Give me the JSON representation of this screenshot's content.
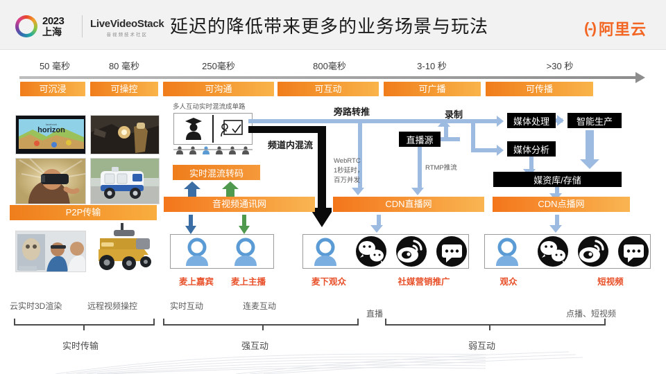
{
  "header": {
    "event_year": "2023",
    "event_city": "上海",
    "brand_main": "LiveVideoStack",
    "brand_sub": "音视频技术社区",
    "title": "延迟的降低带来更多的业务场景与玩法",
    "sponsor": "阿里云",
    "sponsor_mark": "(-)",
    "accent_orange": "#f26522",
    "title_color": "#1a1a1a"
  },
  "timeline": {
    "labels": [
      "50 毫秒",
      "80 毫秒",
      "250毫秒",
      "800毫秒",
      "3-10 秒",
      ">30 秒"
    ],
    "chips": [
      "可沉浸",
      "可操控",
      "可沟通",
      "可互动",
      "可广播",
      "可传播"
    ],
    "chip_color_from": "#f07d1a",
    "chip_color_to": "#f9b44a"
  },
  "left_media": {
    "caption_p2p": "P2P传输",
    "tiles": [
      {
        "name": "horizon-vr-world",
        "alt": "horizon"
      },
      {
        "name": "remote-welding-operation",
        "alt": "remote welding"
      },
      {
        "name": "vr-headset-user",
        "alt": "vr headset"
      },
      {
        "name": "delivery-robot",
        "alt": "delivery robot"
      },
      {
        "name": "ar-medical-training",
        "alt": "ar medical"
      },
      {
        "name": "robot-arm-vehicle",
        "alt": "robot vehicle"
      }
    ]
  },
  "diagram": {
    "stage_note": "多人互动实时混流成单路",
    "transcode_box": "实时混流转码",
    "channel_mix": "频道内混流",
    "bypass_push": "旁路转推",
    "record": "录制",
    "live_source": "直播源",
    "webrtc_note": "WebRTC\n1秒延时，\n百万并发",
    "webrtc_lines": [
      "WebRTC",
      "1秒延时，",
      "百万并发"
    ],
    "rtmp_note": "RTMP推流",
    "networks": {
      "comm": "音视频通讯网",
      "cdn_live": "CDN直播网",
      "cdn_vod": "CDN点播网"
    },
    "media_process": "媒体处理",
    "smart_production": "智能生产",
    "media_analysis": "媒体分析",
    "media_library": "媒资库/存储"
  },
  "endpoints": [
    {
      "label": "麦上嘉宾",
      "kind": "person"
    },
    {
      "label": "麦上主播",
      "kind": "person"
    },
    {
      "label": "麦下观众",
      "kind": "person"
    },
    {
      "label": "社媒营销推广",
      "kind": "social"
    },
    {
      "label": "观众",
      "kind": "person"
    },
    {
      "label": "短视频",
      "kind": "social"
    }
  ],
  "social_icons": [
    "wechat-icon",
    "weibo-icon",
    "comment-icon"
  ],
  "bottom": {
    "scene_labels": [
      "云实时3D渲染",
      "远程视频操控",
      "实时互动",
      "连麦互动",
      "直播",
      "点播、短视频"
    ],
    "groups": [
      "实时传输",
      "强互动",
      "弱互动"
    ]
  },
  "colors": {
    "endpoint_label": "#e8502a",
    "arrow_blue": "#9dbbe0",
    "arrow_dark_blue": "#3a6ea5",
    "arrow_green": "#4f9a4f",
    "black_box": "#000000",
    "bg": "#ffffff",
    "header_bg": "#f2f2f2"
  }
}
